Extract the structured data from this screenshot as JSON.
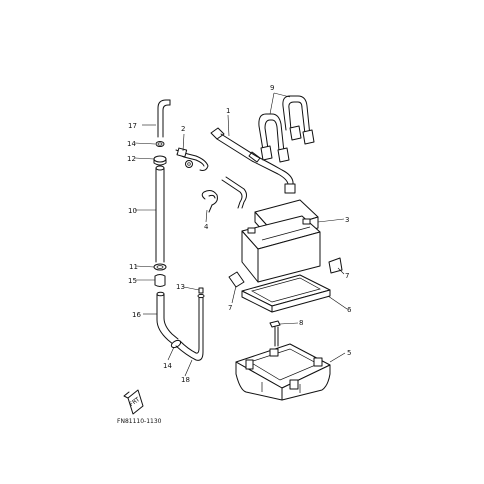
{
  "callouts": {
    "p1": "1",
    "p2": "2",
    "p3": "3",
    "p4": "4",
    "p5": "5",
    "p6": "6",
    "p7a": "7",
    "p7b": "7",
    "p8": "8",
    "p9": "9",
    "p10": "10",
    "p11": "11",
    "p12": "12",
    "p13": "13",
    "p14a": "14",
    "p14b": "14",
    "p15": "15",
    "p16": "16",
    "p17": "17",
    "p18": "18"
  },
  "diagram_code": "FN81110-1130"
}
